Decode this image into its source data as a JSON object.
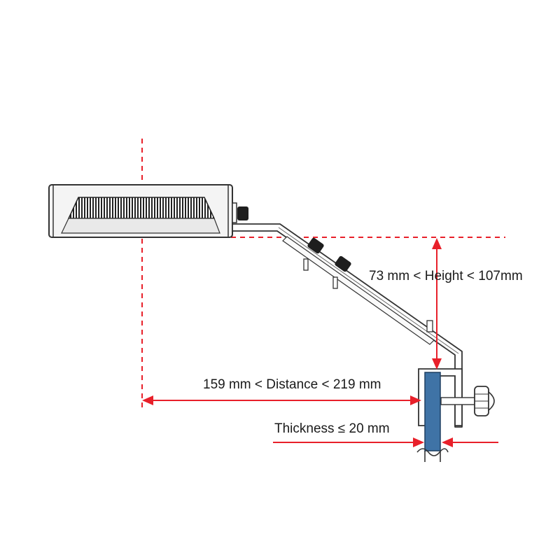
{
  "diagram": {
    "labels": {
      "height": "73 mm < Height < 107mm",
      "distance": "159 mm < Distance < 219 mm",
      "thickness": "Thickness ≤ 20 mm"
    },
    "colors": {
      "dimension_red": "#e8202a",
      "panel_blue": "#3f73a6",
      "outline": "#333333",
      "device_fill": "#f4f4f4"
    }
  }
}
